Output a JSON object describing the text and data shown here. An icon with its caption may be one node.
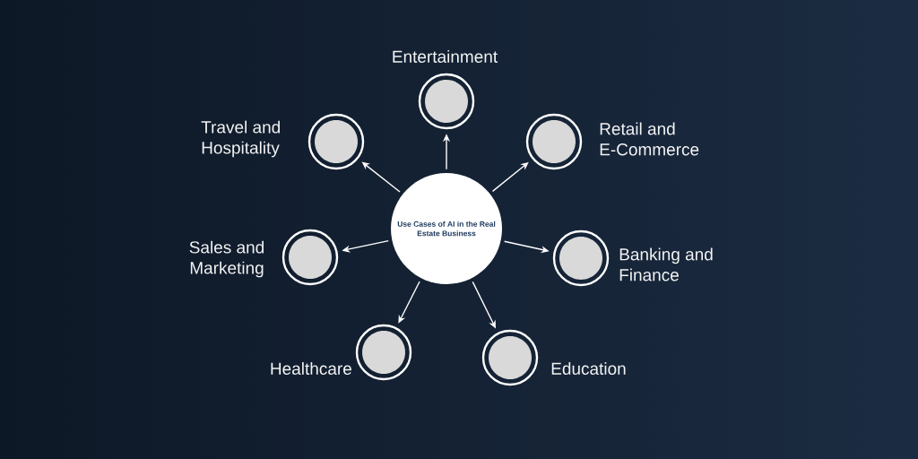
{
  "diagram": {
    "nodes": [
      {
        "text": [
          "Use Cases of AI in the Real Estate Business"
        ]
      },
      {
        "text": [],
        "shape": "circle",
        "beside": [
          "Entertainment"
        ]
      },
      {
        "text": [],
        "shape": "circle",
        "beside": [
          "Travel and Hospitality"
        ]
      },
      {
        "text": [],
        "shape": "circle",
        "beside": [
          "Retail and E-Commerce"
        ]
      },
      {
        "text": [],
        "shape": "circle",
        "beside": [
          "Sales and Marketing"
        ]
      },
      {
        "text": [],
        "shape": "circle",
        "beside": [
          "Banking and Finance"
        ]
      },
      {
        "text": [],
        "shape": "circle",
        "beside": [
          "Healthcare"
        ]
      },
      {
        "text": [],
        "shape": "circle",
        "beside": [
          "Education"
        ]
      }
    ],
    "edges": [
      {
        "from": 0,
        "to": 1,
        "arrow": "to"
      },
      {
        "from": 0,
        "to": 2,
        "arrow": "to"
      },
      {
        "from": 0,
        "to": 3,
        "arrow": "to"
      },
      {
        "from": 0,
        "to": 4,
        "arrow": "to"
      },
      {
        "from": 0,
        "to": 5,
        "arrow": "to"
      },
      {
        "from": 0,
        "to": 6,
        "arrow": "to"
      },
      {
        "from": 0,
        "to": 7,
        "arrow": "to"
      }
    ]
  }
}
